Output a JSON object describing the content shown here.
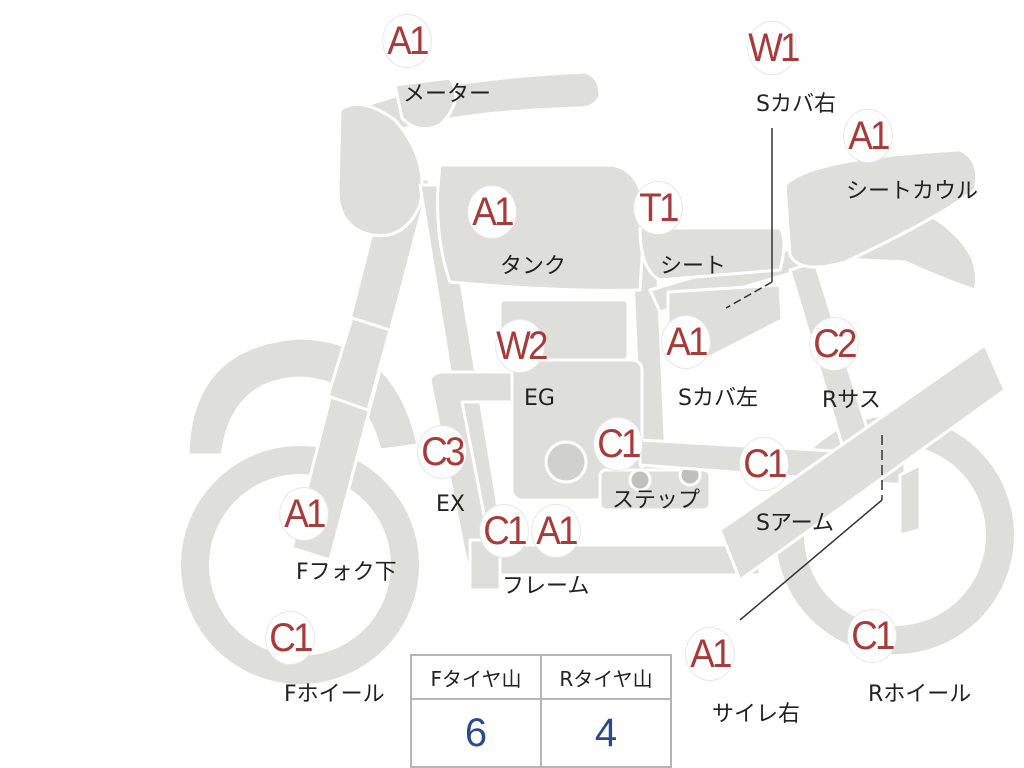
{
  "colors": {
    "bike_fill": "#dededb",
    "bike_stroke": "#ffffff",
    "grade_text": "#a83a3a",
    "value_text": "#2a4a8a"
  },
  "parts": {
    "meter": {
      "grade": "A1",
      "label": "メーター"
    },
    "side_cover_r": {
      "grade": "W1",
      "label": "Sカバ右"
    },
    "seat_cowl": {
      "grade": "A1",
      "label": "シートカウル"
    },
    "tank": {
      "grade": "A1",
      "label": "タンク"
    },
    "seat": {
      "grade": "T1",
      "label": "シート"
    },
    "engine": {
      "grade": "W2",
      "label": "EG"
    },
    "side_cover_l": {
      "grade": "A1",
      "label": "Sカバ左"
    },
    "rear_sus": {
      "grade": "C2",
      "label": "Rサス"
    },
    "exhaust": {
      "grade": "C3",
      "label": "EX"
    },
    "step": {
      "grade": "C1",
      "label": "ステップ"
    },
    "swing_arm": {
      "grade": "C1",
      "label": "Sアーム"
    },
    "fork_lower": {
      "grade": "A1",
      "label": "Fフォク下"
    },
    "frame": {
      "grade_a": "C1",
      "grade_b": "A1",
      "label": "フレーム"
    },
    "front_wheel": {
      "grade": "C1",
      "label": "Fホイール"
    },
    "silencer_r": {
      "grade": "A1",
      "label": "サイレ右"
    },
    "rear_wheel": {
      "grade": "C1",
      "label": "Rホイール"
    }
  },
  "tire_table": {
    "front_header": "Fタイヤ山",
    "rear_header": "Rタイヤ山",
    "front_value": "6",
    "rear_value": "4"
  }
}
